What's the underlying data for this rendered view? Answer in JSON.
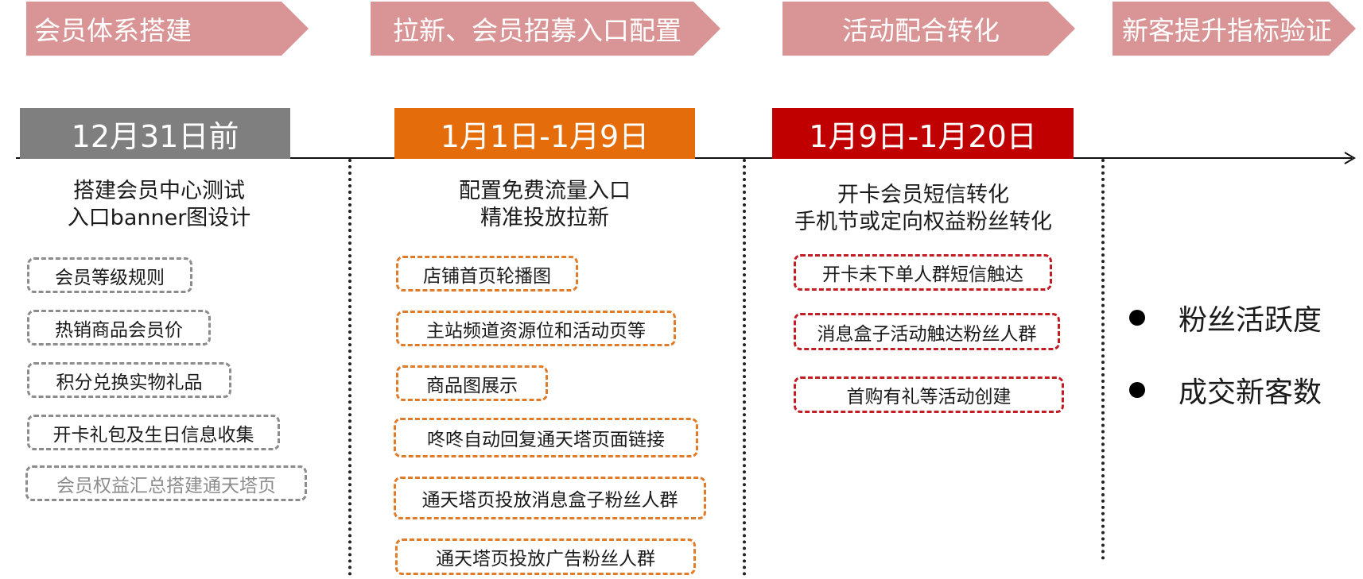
{
  "colors": {
    "chevron": "#d99495",
    "gray": "#7f7f7f",
    "orange": "#e46c0a",
    "red": "#c00000",
    "tag_gray_border": "#8c8c8c",
    "tag_orange_border": "#e07b2a",
    "tag_red_border": "#c21d24"
  },
  "stages": [
    "会员体系搭建",
    "拉新、会员招募入口配置",
    "活动配合转化",
    "新客提升指标验证"
  ],
  "phases": [
    {
      "date": "12月31日前",
      "title_lines": [
        "搭建会员中心测试",
        "入口banner图设计"
      ],
      "tags": [
        "会员等级规则",
        "热销商品会员价",
        "积分兑换实物礼品",
        "开卡礼包及生日信息收集",
        "会员权益汇总搭建通天塔页"
      ]
    },
    {
      "date": "1月1日-1月9日",
      "title_lines": [
        "配置免费流量入口",
        "精准投放拉新"
      ],
      "tags": [
        "店铺首页轮播图",
        "主站频道资源位和活动页等",
        "商品图展示",
        "咚咚自动回复通天塔页面链接",
        "通天塔页投放消息盒子粉丝人群",
        "通天塔页投放广告粉丝人群"
      ]
    },
    {
      "date": "1月9日-1月20日",
      "title_lines": [
        "开卡会员短信转化",
        "手机节或定向权益粉丝转化"
      ],
      "tags": [
        "开卡未下单人群短信触达",
        "消息盒子活动触达粉丝人群",
        "首购有礼等活动创建"
      ]
    }
  ],
  "metrics": [
    "粉丝活跃度",
    "成交新客数"
  ]
}
